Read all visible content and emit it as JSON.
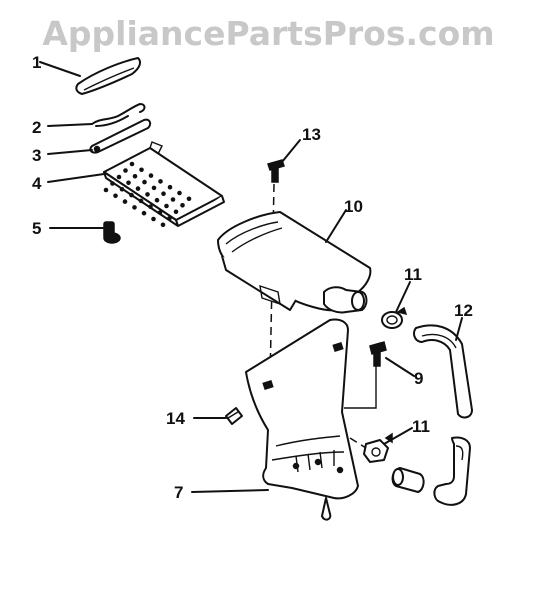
{
  "watermark": "AppliancePartsPros.com",
  "callouts": {
    "c1": "1",
    "c2": "2",
    "c3": "3",
    "c4": "4",
    "c5": "5",
    "c7": "7",
    "c9": "9",
    "c10": "10",
    "c11a": "11",
    "c11b": "11",
    "c12": "12",
    "c13": "13",
    "c14": "14"
  }
}
